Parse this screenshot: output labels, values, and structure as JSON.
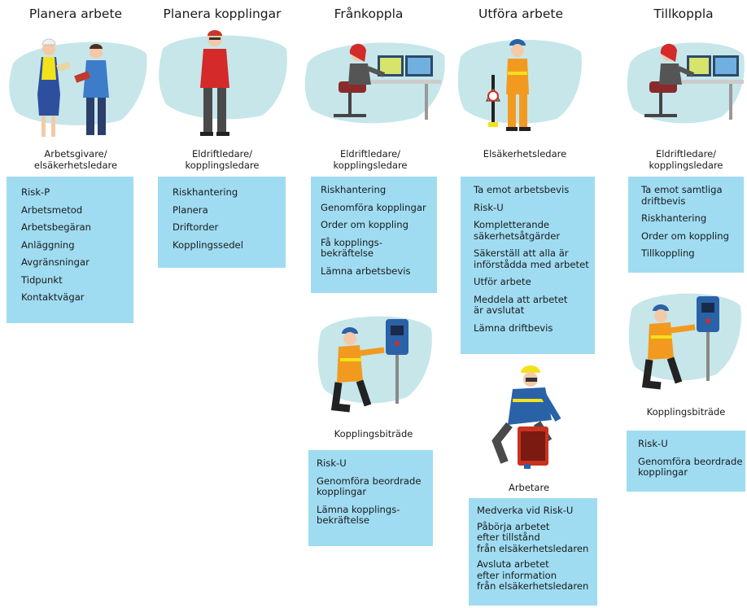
{
  "columns": [
    {
      "title": "Planera arbete",
      "role": "Arbetsgivare/\nelsäkerhetsledare",
      "items": [
        "Risk-P",
        "Arbetsmetod",
        "Arbetsbegäran",
        "Anläggning",
        "Avgränsningar",
        "Tidpunkt",
        "Kontaktvägar"
      ]
    },
    {
      "title": "Planera kopplingar",
      "role": "Eldriftledare/\nkopplingsledare",
      "items": [
        "Riskhantering",
        "Planera",
        "Driftorder",
        "Kopplingssedel"
      ]
    },
    {
      "title": "Frånkoppla",
      "role": "Eldriftledare/\nkopplingsledare",
      "items": [
        "Riskhantering",
        "Genomföra kopplingar",
        "Order om koppling",
        "Få kopplings-\nbekräftelse",
        "Lämna arbetsbevis"
      ],
      "sub_role": "Kopplingsbiträde",
      "sub_items": [
        "Risk-U",
        "Genomföra beordrade\nkopplingar",
        "Lämna kopplings-\nbekräftelse"
      ]
    },
    {
      "title": "Utföra arbete",
      "role": "Elsäkerhetsledare",
      "items": [
        "Ta emot arbetsbevis",
        "Risk-U",
        "Kompletterande\nsäkerhetsåtgärder",
        "Säkerställ att alla är\ninförstådda med arbetet",
        "Utför arbete",
        "Meddela att arbetet\när avslutat",
        "Lämna driftbevis"
      ],
      "sub_role": "Arbetare",
      "sub_items": [
        "Medverka vid Risk-U",
        "Påbörja arbetet\nefter tillstånd\nfrån elsäkerhetsledaren",
        "Avsluta arbetet\nefter information\nfrån elsäkerhetsledaren"
      ]
    },
    {
      "title": "Tillkoppla",
      "role": "Eldriftledare/\nkopplingsledare",
      "items": [
        "Ta emot samtliga\ndriftbevis",
        "Riskhantering",
        "Order om koppling",
        "Tillkoppling"
      ],
      "sub_role": "Kopplingsbiträde",
      "sub_items": [
        "Risk-U",
        "Genomföra beordrade\nkopplingar"
      ]
    }
  ],
  "colors": {
    "box_fill": "#9fdcf2",
    "blob_fill": "#c6e6ea",
    "vest_orange": "#f29a1f",
    "hi_vis_yellow": "#f2e21a",
    "shirt_red": "#d42a2a",
    "helmet_blue": "#2a62a8"
  }
}
